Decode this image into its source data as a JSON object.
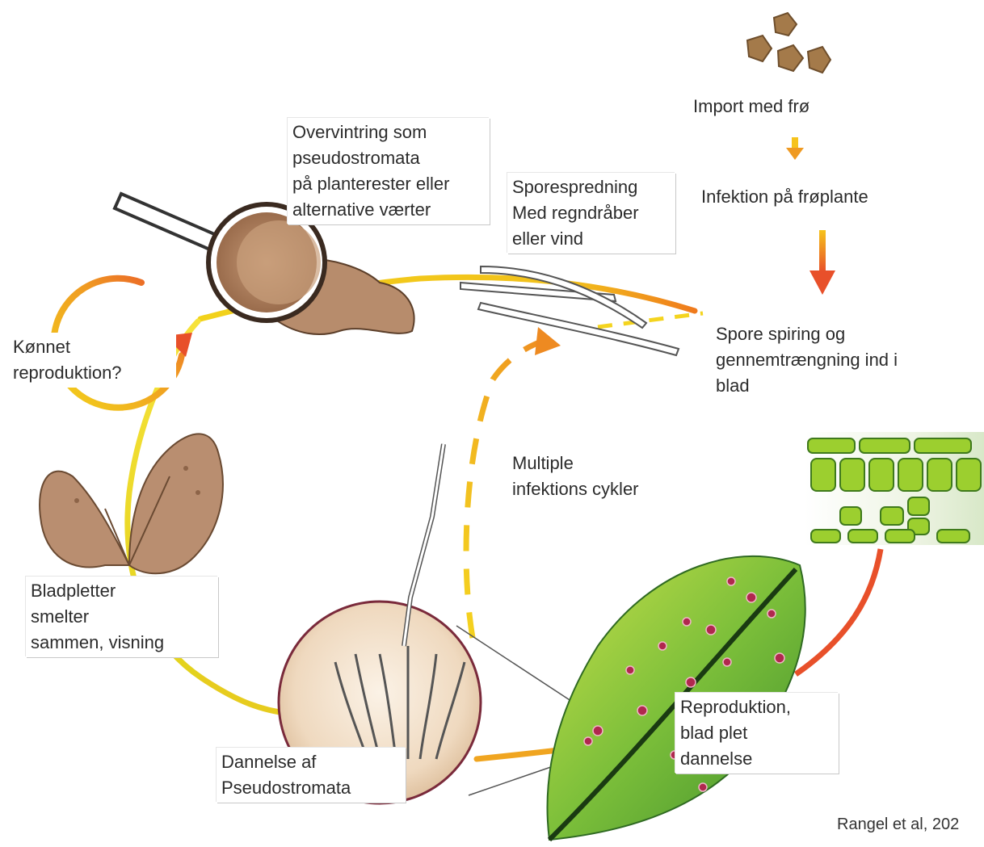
{
  "labels": {
    "import_seed": "Import med frø",
    "seedling_infection": "Infektion på frøplante",
    "overwintering": "Overvintring som\npseudostromata\npå planterester eller\nalternative værter",
    "spore_dispersal": "Sporespredning\nMed regndråber\neller vind",
    "spore_germination": "Spore spiring og\ngennemtrængning ind i\nblad",
    "sexual_reproduction": "Kønnet\nreproduktion?",
    "multiple_cycles": "Multiple\n infektions cykler",
    "leaf_spots_merge": "Bladpletter\nsmelter\nsammen, visning",
    "pseudostromata_formation": "Dannelse af\nPseudostromata",
    "reproduction_leaf_spot": "Reproduktion,\nblad plet\ndannelse"
  },
  "credit": "Rangel et al, 202",
  "colors": {
    "cycle_yellow": "#f2d21b",
    "cycle_orange": "#ef7a1d",
    "arrow_red": "#e8502a",
    "leaf_brown": "#b78c6c",
    "leaf_green": "#7cbf3a",
    "lesion": "#b0284e",
    "cell_green": "#9ccf2f",
    "circle_border": "#7a2a3b"
  }
}
